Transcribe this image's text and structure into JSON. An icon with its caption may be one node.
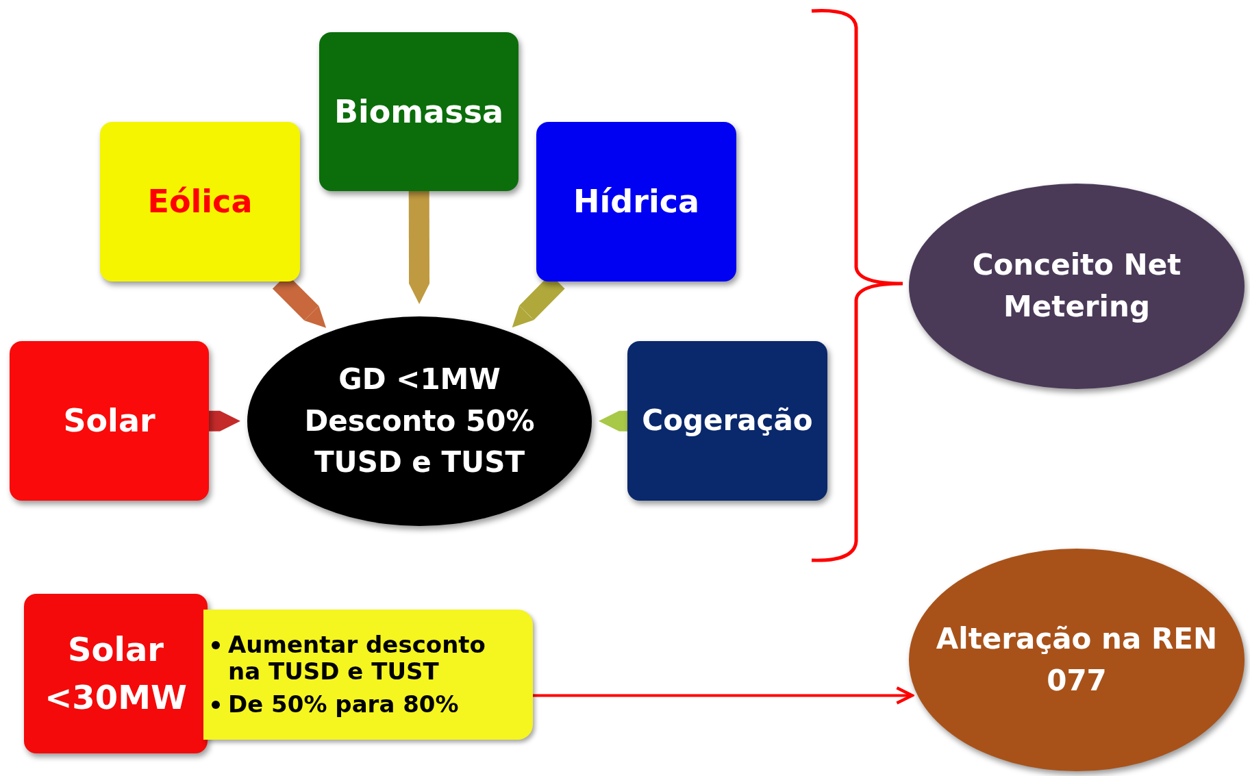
{
  "diagram": {
    "nodes": [
      {
        "text": [
          "Biomassa"
        ]
      },
      {
        "text": [
          "Eólica"
        ]
      },
      {
        "text": [
          "Hídrica"
        ]
      },
      {
        "text": [
          "Solar"
        ]
      },
      {
        "text": [
          "GD <1MW",
          "Desconto 50%",
          "TUSD e TUST"
        ]
      },
      {
        "text": [
          "Cogeração"
        ]
      },
      {
        "text": [
          "Conceito Net Metering"
        ]
      },
      {
        "text": [
          "Solar <30MW"
        ]
      },
      {
        "text": [
          "Aumentar desconto na TUSD e TUST",
          "De 50% para 80%"
        ]
      },
      {
        "text": [
          "Alteração na REN 077"
        ]
      }
    ],
    "edges": [
      {
        "from": 1,
        "to": 4,
        "arrow": "to",
        "color": "#c8683c"
      },
      {
        "from": 0,
        "to": 4,
        "arrow": "to",
        "color": "#c09a40"
      },
      {
        "from": 2,
        "to": 4,
        "arrow": "to",
        "color": "#b0a83a"
      },
      {
        "from": 3,
        "to": 4,
        "arrow": "to",
        "color": "#c42a2a"
      },
      {
        "from": 5,
        "to": 4,
        "arrow": "to",
        "color": "#a8c848"
      },
      {
        "from": 8,
        "to": 9,
        "arrow": "to",
        "color": "#ff0000"
      }
    ]
  }
}
